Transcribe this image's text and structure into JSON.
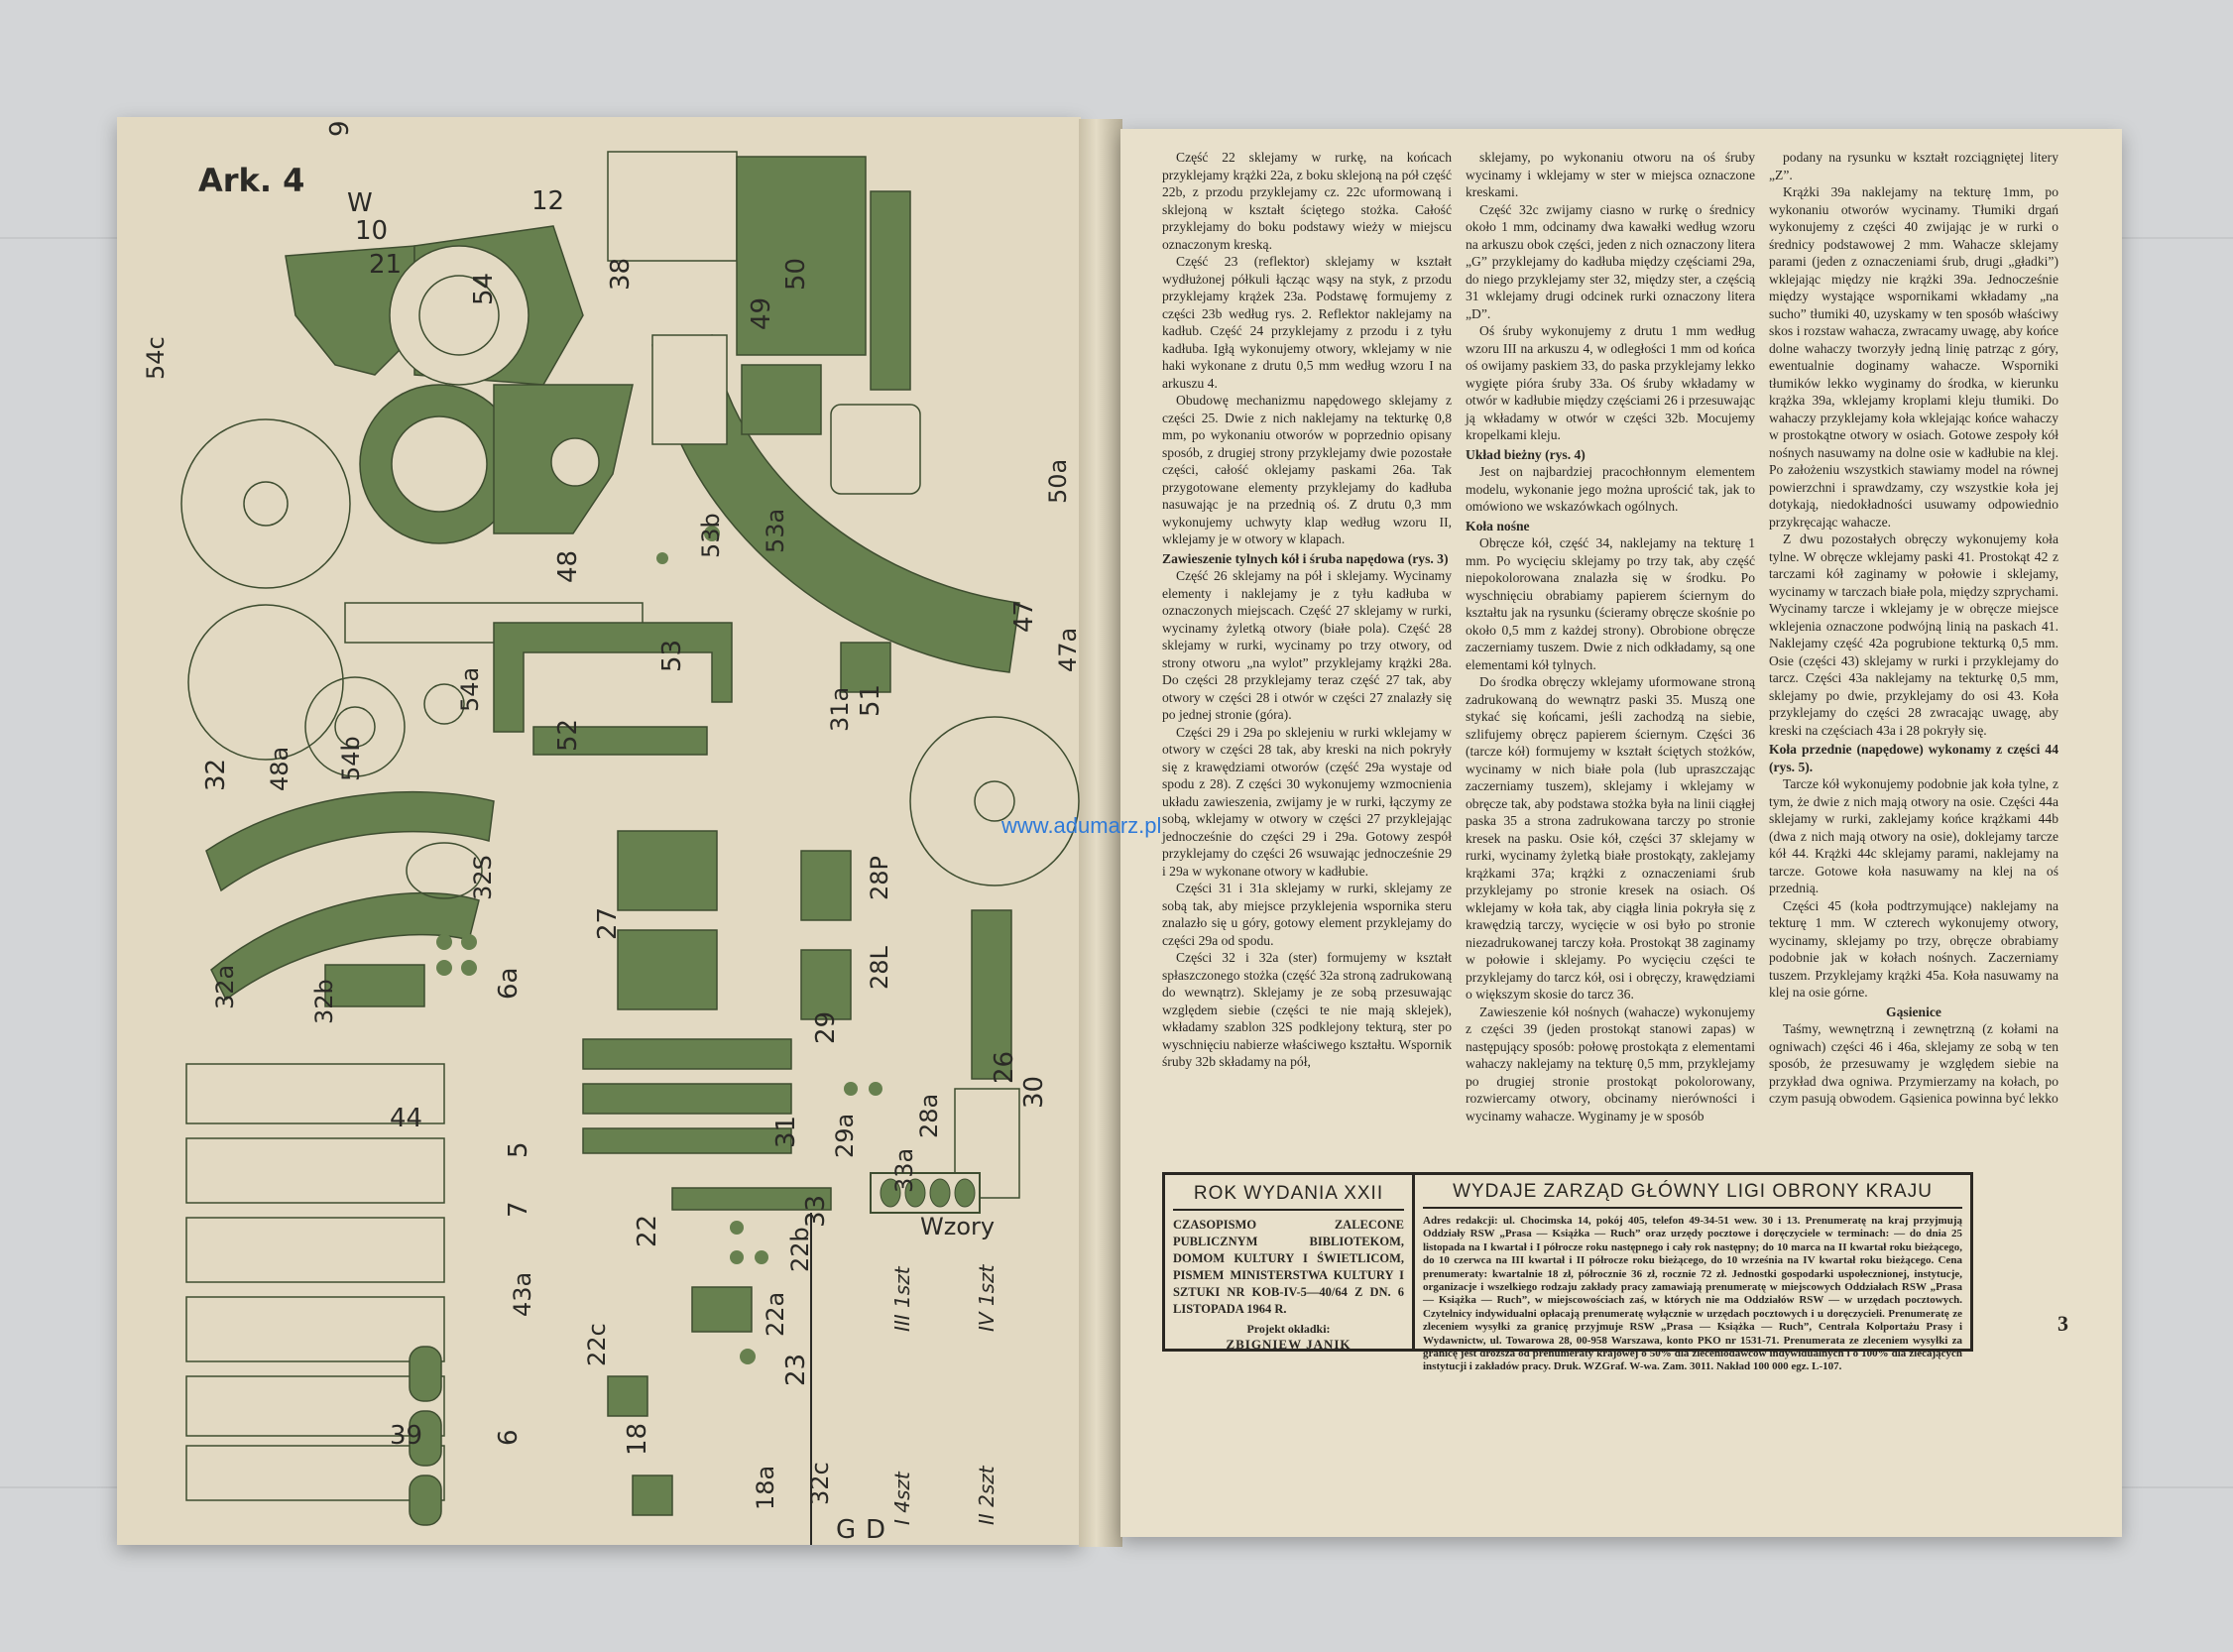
{
  "watermark": "www.adumarz.pl",
  "colors": {
    "green": "#67804f",
    "paper": "#e2d9c2",
    "ink": "#2a2722"
  },
  "left_page": {
    "sheet_title": "Ark. 4",
    "part_labels": [
      "9",
      "54c",
      "54",
      "21",
      "W",
      "10",
      "12",
      "38",
      "49",
      "50",
      "50a",
      "47",
      "47a",
      "48",
      "53a",
      "53b",
      "54a",
      "54b",
      "48a",
      "32",
      "32S",
      "32a",
      "32b",
      "6a",
      "27",
      "28P",
      "28L",
      "31a",
      "52",
      "53",
      "51",
      "29",
      "29a",
      "28a",
      "26",
      "30",
      "31",
      "33",
      "33a",
      "22",
      "22a",
      "22b",
      "22c",
      "23",
      "18",
      "18a",
      "32c",
      "43a",
      "44",
      "7",
      "6",
      "5",
      "39",
      "G",
      "D"
    ],
    "wzory": {
      "title": "Wzory",
      "items": [
        "III 1szt",
        "IV 1szt",
        "I 4szt",
        "II 2szt"
      ]
    }
  },
  "right_page": {
    "col1": [
      {
        "t": "p",
        "text": "Część 22 sklejamy w rurkę, na końcach przyklejamy krążki 22a, z boku sklejoną na pół część 22b, z przodu przyklejamy cz. 22c uformowaną i sklejoną w kształt ściętego stożka. Całość przyklejamy do boku podstawy wieży w miejscu oznaczonym kreską."
      },
      {
        "t": "p",
        "text": "Część 23 (reflektor) sklejamy w kształt wydłużonej półkuli łącząc wąsy na styk, z przodu przyklejamy krążek 23a. Podstawę formujemy z części 23b według rys. 2. Reflektor naklejamy na kadłub. Część 24 przyklejamy z przodu i z tyłu kadłuba. Igłą wykonujemy otwory, wklejamy w nie haki wykonane z drutu 0,5 mm według wzoru I na arkuszu 4."
      },
      {
        "t": "p",
        "text": "Obudowę mechanizmu napędowego sklejamy z części 25. Dwie z nich naklejamy na tekturkę 0,8 mm, po wykonaniu otworów w poprzednio opisany sposób, z drugiej strony przyklejamy dwie pozostałe części, całość oklejamy paskami 26a. Tak przygotowane elementy przyklejamy do kadłuba nasuwając je na przednią oś. Z drutu 0,3 mm wykonujemy uchwyty klap według wzoru II, wklejamy je w otwory w klapach."
      },
      {
        "t": "sub",
        "text": "Zawieszenie tylnych kół i śruba napędowa (rys. 3)"
      },
      {
        "t": "p",
        "text": "Część 26 sklejamy na pół i sklejamy. Wycinamy elementy i naklejamy je z tyłu kadłuba w oznaczonych miejscach. Część 27 sklejamy w rurki, wycinamy żyletką otwory (białe pola). Część 28 sklejamy w rurki, wycinamy po trzy otwory, od strony otworu „na wylot” przyklejamy krążki 28a. Do części 28 przyklejamy teraz część 27 tak, aby otwory w części 28 i otwór w części 27 znalazły się po jednej stronie (góra)."
      },
      {
        "t": "p",
        "text": "Części 29 i 29a po sklejeniu w rurki wklejamy w otwory w części 28 tak, aby kreski na nich pokryły się z krawędziami otworów (część 29a wystaje od spodu z 28). Z części 30 wykonujemy wzmocnienia układu zawieszenia, zwijamy je w rurki, łączymy ze sobą, wklejamy w otwory w części 27 przyklejając jednocześnie do części 29 i 29a. Gotowy zespół przyklejamy do części 26 wsuwając jednocześnie 29 i 29a w wykonane otwory w kadłubie."
      },
      {
        "t": "p",
        "text": "Części 31 i 31a sklejamy w rurki, sklejamy ze sobą tak, aby miejsce przyklejenia wspornika steru znalazło się u góry, gotowy element przyklejamy do części 29a od spodu."
      },
      {
        "t": "p",
        "text": "Części 32 i 32a (ster) formujemy w kształt spłaszczonego stożka (część 32a stroną zadrukowaną do wewnątrz). Sklejamy je ze sobą przesuwając względem siebie (części te nie mają sklejek), wkładamy szablon 32S podklejony tekturą, ster po wyschnięciu nabierze właściwego kształtu. Wspornik śruby 32b składamy na pół,"
      }
    ],
    "col2": [
      {
        "t": "p",
        "text": "sklejamy, po wykonaniu otworu na oś śruby wycinamy i wklejamy w ster w miejsca oznaczone kreskami."
      },
      {
        "t": "p",
        "text": "Część 32c zwijamy ciasno w rurkę o średnicy około 1 mm, odcinamy dwa kawałki według wzoru na arkuszu obok części, jeden z nich oznaczony litera „G” przyklejamy do kadłuba między częściami 29a, do niego przyklejamy ster 32, między ster, a częścią 31 wklejamy drugi odcinek rurki oznaczony litera „D”."
      },
      {
        "t": "p",
        "text": "Oś śruby wykonujemy z drutu 1 mm według wzoru III na arkuszu 4, w odległości 1 mm od końca oś owijamy paskiem 33, do paska przyklejamy lekko wygięte pióra śruby 33a. Oś śruby wkładamy w otwór w kadłubie między częściami 26 i przesuwając ją wkładamy w otwór w części 32b. Mocujemy kropelkami kleju."
      },
      {
        "t": "sub",
        "text": "Układ bieżny (rys. 4)"
      },
      {
        "t": "p",
        "text": "Jest on najbardziej pracochłonnym elementem modelu, wykonanie jego można uprościć tak, jak to omówiono we wskazówkach ogólnych."
      },
      {
        "t": "sub",
        "text": "Koła nośne"
      },
      {
        "t": "p",
        "text": "Obręcze kół, część 34, naklejamy na tekturę 1 mm. Po wycięciu sklejamy po trzy tak, aby część niepokolorowana znalazła się w środku. Po wyschnięciu obrabiamy papierem ściernym do kształtu jak na rysunku (ścieramy obręcze skośnie po około 0,5 mm z każdej strony). Obrobione obręcze zaczerniamy tuszem. Dwie z nich odkładamy, są one elementami kół tylnych."
      },
      {
        "t": "p",
        "text": "Do środka obręczy wklejamy uformowane stroną zadrukowaną do wewnątrz paski 35. Muszą one stykać się końcami, jeśli zachodzą na siebie, szlifujemy obręcz papierem ściernym. Części 36 (tarcze kół) formujemy w kształt ściętych stożków, wycinamy w nich białe pola (lub upraszczając zaczerniamy tuszem), sklejamy i wklejamy w obręcze tak, aby podstawa stożka była na linii ciągłej paska 35 a strona zadrukowana tarczy po stronie kresek na pasku. Osie kół, części 37 sklejamy w rurki, wycinamy żyletką białe prostokąty, zaklejamy krążkami 37a; krążki z oznaczeniami śrub przyklejamy po stronie kresek na osiach. Oś wklejamy w koła tak, aby ciągła linia pokryła się z krawędzią tarczy, wycięcie w osi było po stronie niezadrukowanej tarczy koła. Prostokąt 38 zaginamy w połowie i sklejamy. Po wycięciu części te przyklejamy do tarcz kół, osi i obręczy, krawędziami o większym skosie do tarcz 36."
      },
      {
        "t": "p",
        "text": "Zawieszenie kół nośnych (wahacze) wykonujemy z części 39 (jeden prostokąt stanowi zapas) w następujący sposób: połowę prostokąta z elementami wahaczy naklejamy na tekturę 0,5 mm, przyklejamy po drugiej stronie prostokąt pokolorowany, rozwiercamy otwory, obcinamy nierówności i wycinamy wahacze. Wyginamy je w sposób"
      }
    ],
    "col3": [
      {
        "t": "p",
        "text": "podany na rysunku w kształt rozciągniętej litery „Z”."
      },
      {
        "t": "p",
        "text": "Krążki 39a naklejamy na tekturę 1mm, po wykonaniu otworów wycinamy. Tłumiki drgań wykonujemy z części 40 zwijając je w rurki o średnicy podstawowej 2 mm. Wahacze sklejamy parami (jeden z oznaczeniami śrub, drugi „gładki”) wklejając między nie krążki 39a. Jednocześnie między wystające wspornikami wkładamy „na sucho” tłumiki 40, uzyskamy w ten sposób właściwy skos i rozstaw wahacza, zwracamy uwagę, aby końce dolne wahaczy tworzyły jedną linię patrząc z góry, ewentualnie doginamy wahacze. Wsporniki tłumików lekko wyginamy do środka, w kierunku krążka 39a, wklejamy kroplami kleju tłumiki. Do wahaczy przyklejamy koła wklejając końce wahaczy w prostokątne otwory w osiach. Gotowe zespoły kół nośnych nasuwamy na dolne osie w kadłubie na klej. Po założeniu wszystkich stawiamy model na równej powierzchni i sprawdzamy, czy wszystkie koła jej dotykają, niedokładności usuwamy odpowiednio przykręcając wahacze."
      },
      {
        "t": "p",
        "text": "Z dwu pozostałych obręczy wykonujemy koła tylne. W obręcze wklejamy paski 41. Prostokąt 42 z tarczami kół zaginamy w połowie i sklejamy, wycinamy w tarczach białe pola, między szprychami. Wycinamy tarcze i wklejamy je w obręcze miejsce wklejenia oznaczone podwójną linią na paskach 41. Naklejamy część 42a pogrubione tekturką 0,5 mm. Osie (części 43) sklejamy w rurki i przyklejamy do tarcz. Części 43a naklejamy na tekturkę 0,5 mm, sklejamy po dwie, przyklejamy do osi 43. Koła przyklejamy do części 28 zwracając uwagę, aby kreski na częściach 43a i 28 pokryły się."
      },
      {
        "t": "sub",
        "text": "Koła przednie (napędowe) wykonamy z części 44 (rys. 5)."
      },
      {
        "t": "p",
        "text": "Tarcze kół wykonujemy podobnie jak koła tylne, z tym, że dwie z nich mają otwory na osie. Części 44a sklejamy w rurki, zaklejamy końce krążkami 44b (dwa z nich mają otwory na osie), doklejamy tarcze kół 44. Krążki 44c sklejamy parami, naklejamy na tarcze. Gotowe koła nasuwamy na klej na oś przednią."
      },
      {
        "t": "p",
        "text": "Części 45 (koła podtrzymujące) naklejamy na tekturę 1 mm. W czterech wykonujemy otwory, wycinamy, sklejamy po trzy, obręcze obrabiamy podobnie jak w kołach nośnych. Zaczerniamy tuszem. Przyklejamy krążki 45a. Koła nasuwamy na klej na osie górne."
      },
      {
        "t": "subc",
        "text": "Gąsienice"
      },
      {
        "t": "p",
        "text": "Taśmy, wewnętrzną i zewnętrzną (z kołami na ogniwach) części 46 i 46a, sklejamy ze sobą w ten sposób, że przesuwamy je względem siebie na przykład dwa ogniwa. Przymierzamy na kołach, po czym pasują obwodem. Gąsienica powinna być lekko"
      }
    ],
    "imprint": {
      "left_title": "ROK WYDANIA XXII",
      "left_body": "CZASOPISMO ZALECONE PUBLICZNYM BIBLIOTEKOM, DOMOM KULTURY I ŚWIETLICOM, PISMEM MINISTERSTWA KULTURY I SZTUKI NR KOB-IV-5—40/64 Z DN. 6 LISTOPADA 1964 R.",
      "cover_label": "Projekt okładki:",
      "cover_author": "ZBIGNIEW JANIK",
      "right_title": "WYDAJE ZARZĄD GŁÓWNY LIGI OBRONY KRAJU",
      "right_body": "Adres redakcji: ul. Chocimska 14, pokój 405, telefon 49-34-51 wew. 30 i 13. Prenumeratę na kraj przyjmują Oddziały RSW „Prasa — Książka — Ruch” oraz urzędy pocztowe i doręczyciele w terminach: — do dnia 25 listopada na I kwartał i I półrocze roku następnego i cały rok następny; do 10 marca na II kwartał roku bieżącego, do 10 czerwca na III kwartał i II półrocze roku bieżącego, do 10 września na IV kwartał roku bieżącego. Cena prenumeraty: kwartalnie 18 zł, półrocznie 36 zł, rocznie 72 zł. Jednostki gospodarki uspołecznionej, instytucje, organizacje i wszelkiego rodzaju zakłady pracy zamawiają prenumeratę w miejscowych Oddziałach RSW „Prasa — Książka — Ruch”, w miejscowościach zaś, w których nie ma Oddziałów RSW — w urzędach pocztowych. Czytelnicy indywidualni opłacają prenumeratę wyłącznie w urzędach pocztowych i u doręczycieli. Prenumeratę ze zleceniem wysyłki za granicę przyjmuje RSW „Prasa — Książka — Ruch”, Centrala Kolportażu Prasy i Wydawnictw, ul. Towarowa 28, 00-958 Warszawa, konto PKO nr 1531-71. Prenumerata ze zleceniem wysyłki za granicę jest droższa od prenumeraty krajowej o 50% dla zleceniodawców indywidualnych i o 100% dla zlecających instytucji i zakładów pracy. Druk. WZGraf. W-wa. Zam. 3011. Nakład 100 000 egz. L-107."
    },
    "page_number": "3"
  }
}
